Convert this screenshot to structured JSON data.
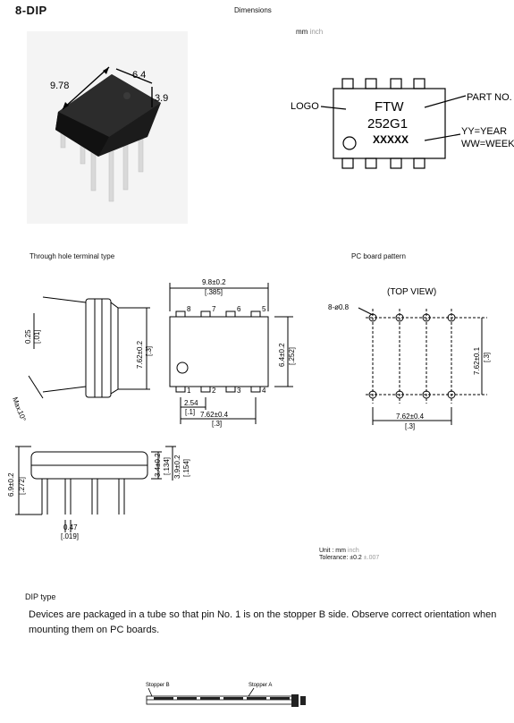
{
  "header": {
    "title": "8-DIP",
    "dimensions_heading": "Dimensions",
    "units_mm": "mm",
    "units_inch": "inch"
  },
  "photo": {
    "dim_length": "9.78",
    "dim_width": "6.4",
    "dim_height": "3.9"
  },
  "marking": {
    "line1": "FTW",
    "line2": "252G1",
    "line3": "XXXXX",
    "logo_label": "LOGO",
    "part_no_label": "PART NO.",
    "yy_label": "YY=YEAR",
    "ww_label": "WW=WEEK"
  },
  "through_hole": {
    "caption": "Through hole terminal type",
    "lead_thickness": "0.25",
    "lead_thickness_in": "[.01]",
    "row_spacing": "7.62±0.2",
    "row_spacing_in": "[.3]",
    "max_angle": "10°",
    "max_angle_label": "Max."
  },
  "top_view": {
    "body_length": "9.8±0.2",
    "body_length_in": "[.385]",
    "body_width": "6.4±0.2",
    "body_width_in": "[.252]",
    "pin_pitch": "2.54",
    "pin_pitch_in": "[.1]",
    "row_pitch": "7.62±0.4",
    "row_pitch_in": "[.3]",
    "pins_top": [
      "8",
      "7",
      "6",
      "5"
    ],
    "pins_bottom": [
      "1",
      "2",
      "3",
      "4"
    ]
  },
  "pcb": {
    "caption": "PC board pattern",
    "top_view_label": "(TOP VIEW)",
    "hole_label": "8-ø0.8",
    "row_spacing": "7.62±0.1",
    "row_spacing_in": "[.3]",
    "horizontal": "7.62±0.4",
    "horizontal_in": "[.3]"
  },
  "side_view": {
    "overall_height": "6.9±0.2",
    "overall_height_in": "[.272]",
    "body_height": "3.4±0.2",
    "body_height_in": "[.134]",
    "total_height": "3.9±0.2",
    "total_height_in": "[.154]",
    "lead_width": "0.47",
    "lead_width_in": "[.019]"
  },
  "notes": {
    "unit_label": "Unit :",
    "unit_mm": "mm",
    "unit_inch": "inch",
    "tolerance_label": "Tolerance:",
    "tol_mm": "±0.2",
    "tol_inch": "±.007"
  },
  "dip": {
    "heading": "DIP type",
    "text": "Devices are packaged in a tube so that pin No. 1 is on the stopper B side. Observe correct orientation when mounting them on PC boards.",
    "stopper_b": "Stopper B",
    "stopper_a": "Stopper A"
  }
}
